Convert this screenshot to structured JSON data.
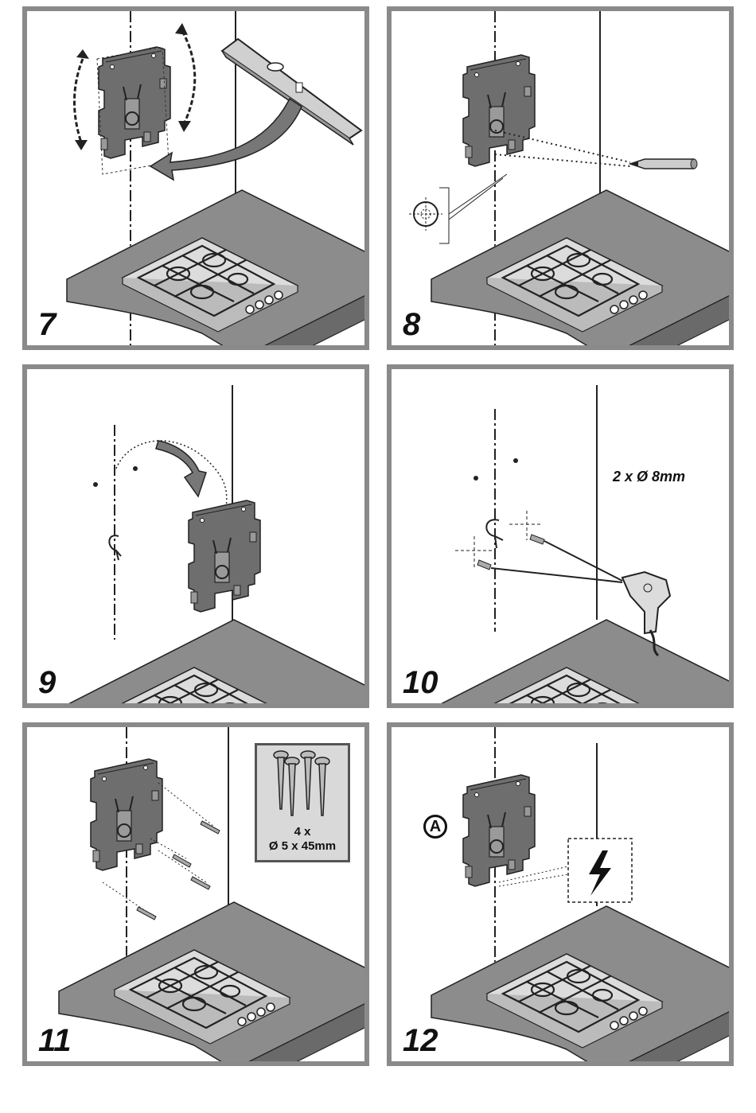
{
  "panels": [
    {
      "step": "7",
      "icons": [
        "mounting-bracket-icon",
        "spirit-level-icon",
        "rotate-arrow-icon",
        "gas-hob-icon"
      ]
    },
    {
      "step": "8",
      "icons": [
        "mounting-bracket-icon",
        "pencil-icon",
        "drill-mark-icon",
        "gas-hob-icon"
      ]
    },
    {
      "step": "9",
      "icons": [
        "mounting-bracket-icon",
        "curved-arrow-icon",
        "power-cable-icon",
        "gas-hob-icon"
      ]
    },
    {
      "step": "10",
      "icons": [
        "drill-icon",
        "wall-plug-icon",
        "power-cable-icon",
        "gas-hob-icon"
      ],
      "drill_spec": "2 x Ø 8mm"
    },
    {
      "step": "11",
      "icons": [
        "mounting-bracket-icon",
        "screw-icon",
        "gas-hob-icon"
      ],
      "screw_qty": "4 x",
      "screw_size": "Ø 5 x 45mm"
    },
    {
      "step": "12",
      "icons": [
        "mounting-bracket-icon",
        "electric-hazard-icon",
        "gas-hob-icon"
      ],
      "marker": "A"
    }
  ],
  "colors": {
    "frame": "#8a8a8a",
    "bracket": "#6e6e6e",
    "counter": "#8c8c8c",
    "hob": "#dcdcdc"
  }
}
